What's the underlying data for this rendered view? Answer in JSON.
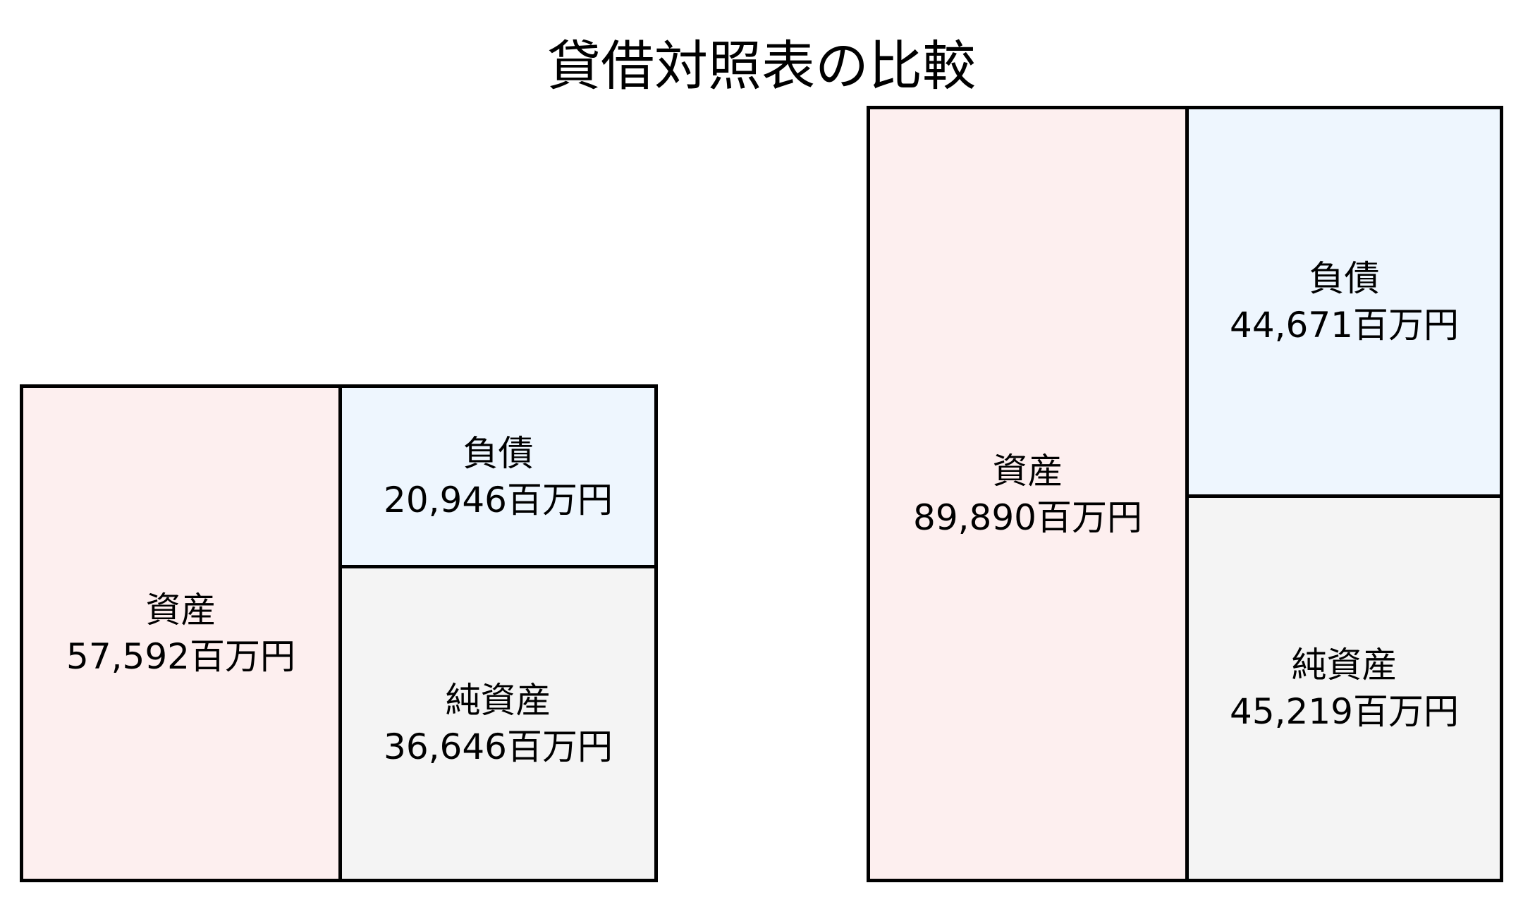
{
  "title": "貸借対照表の比較",
  "colors": {
    "assets": "#fdefef",
    "liabilities": "#eef6fe",
    "net_assets": "#f4f4f4",
    "border": "#000000"
  },
  "left": {
    "assets": {
      "label": "資産",
      "value": "57,592百万円"
    },
    "liabilities": {
      "label": "負債",
      "value": "20,946百万円"
    },
    "net_assets": {
      "label": "純資産",
      "value": "36,646百万円"
    }
  },
  "right": {
    "assets": {
      "label": "資産",
      "value": "89,890百万円"
    },
    "liabilities": {
      "label": "負債",
      "value": "44,671百万円"
    },
    "net_assets": {
      "label": "純資産",
      "value": "45,219百万円"
    }
  },
  "chart_data": {
    "type": "table",
    "title": "貸借対照表の比較",
    "unit": "百万円",
    "categories": [
      "資産",
      "負債",
      "純資産"
    ],
    "series": [
      {
        "name": "left",
        "values": [
          57592,
          20946,
          36646
        ]
      },
      {
        "name": "right",
        "values": [
          89890,
          44671,
          45219
        ]
      }
    ],
    "notes": "Box heights proportional to total assets; right side split into 負債 (top) and 純資産 (bottom)."
  }
}
